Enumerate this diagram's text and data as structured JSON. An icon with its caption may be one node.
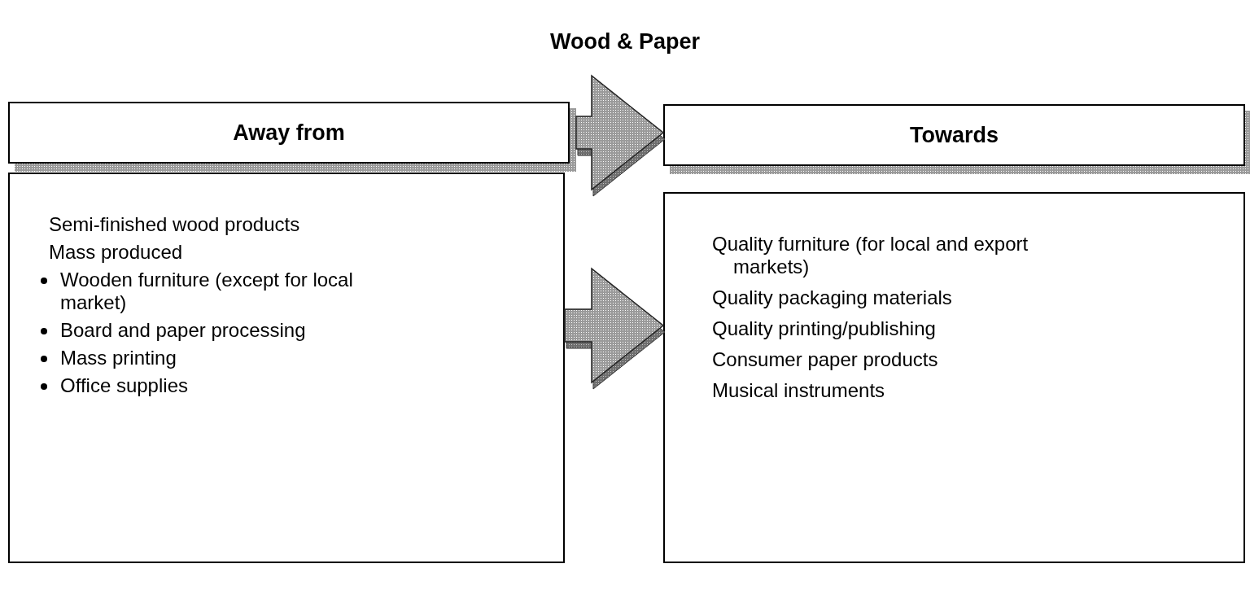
{
  "diagram": {
    "title": "Wood & Paper",
    "nodes": [
      {
        "text": [
          "Away from"
        ]
      },
      {
        "text": [
          "Semi-finished wood products",
          "Mass produced",
          "Wooden furniture (except for local market)",
          "Board and paper processing",
          "Mass printing",
          "Office supplies"
        ]
      },
      {
        "text": [
          "Towards"
        ]
      },
      {
        "text": [
          "Quality furniture (for local and export markets)",
          "Quality packaging materials",
          "Quality printing/publishing",
          "Consumer paper products",
          "Musical instruments"
        ]
      }
    ],
    "edges": [
      {
        "from": 0,
        "to": 2,
        "arrow": "to"
      },
      {
        "from": 1,
        "to": 3,
        "arrow": "to"
      }
    ]
  }
}
